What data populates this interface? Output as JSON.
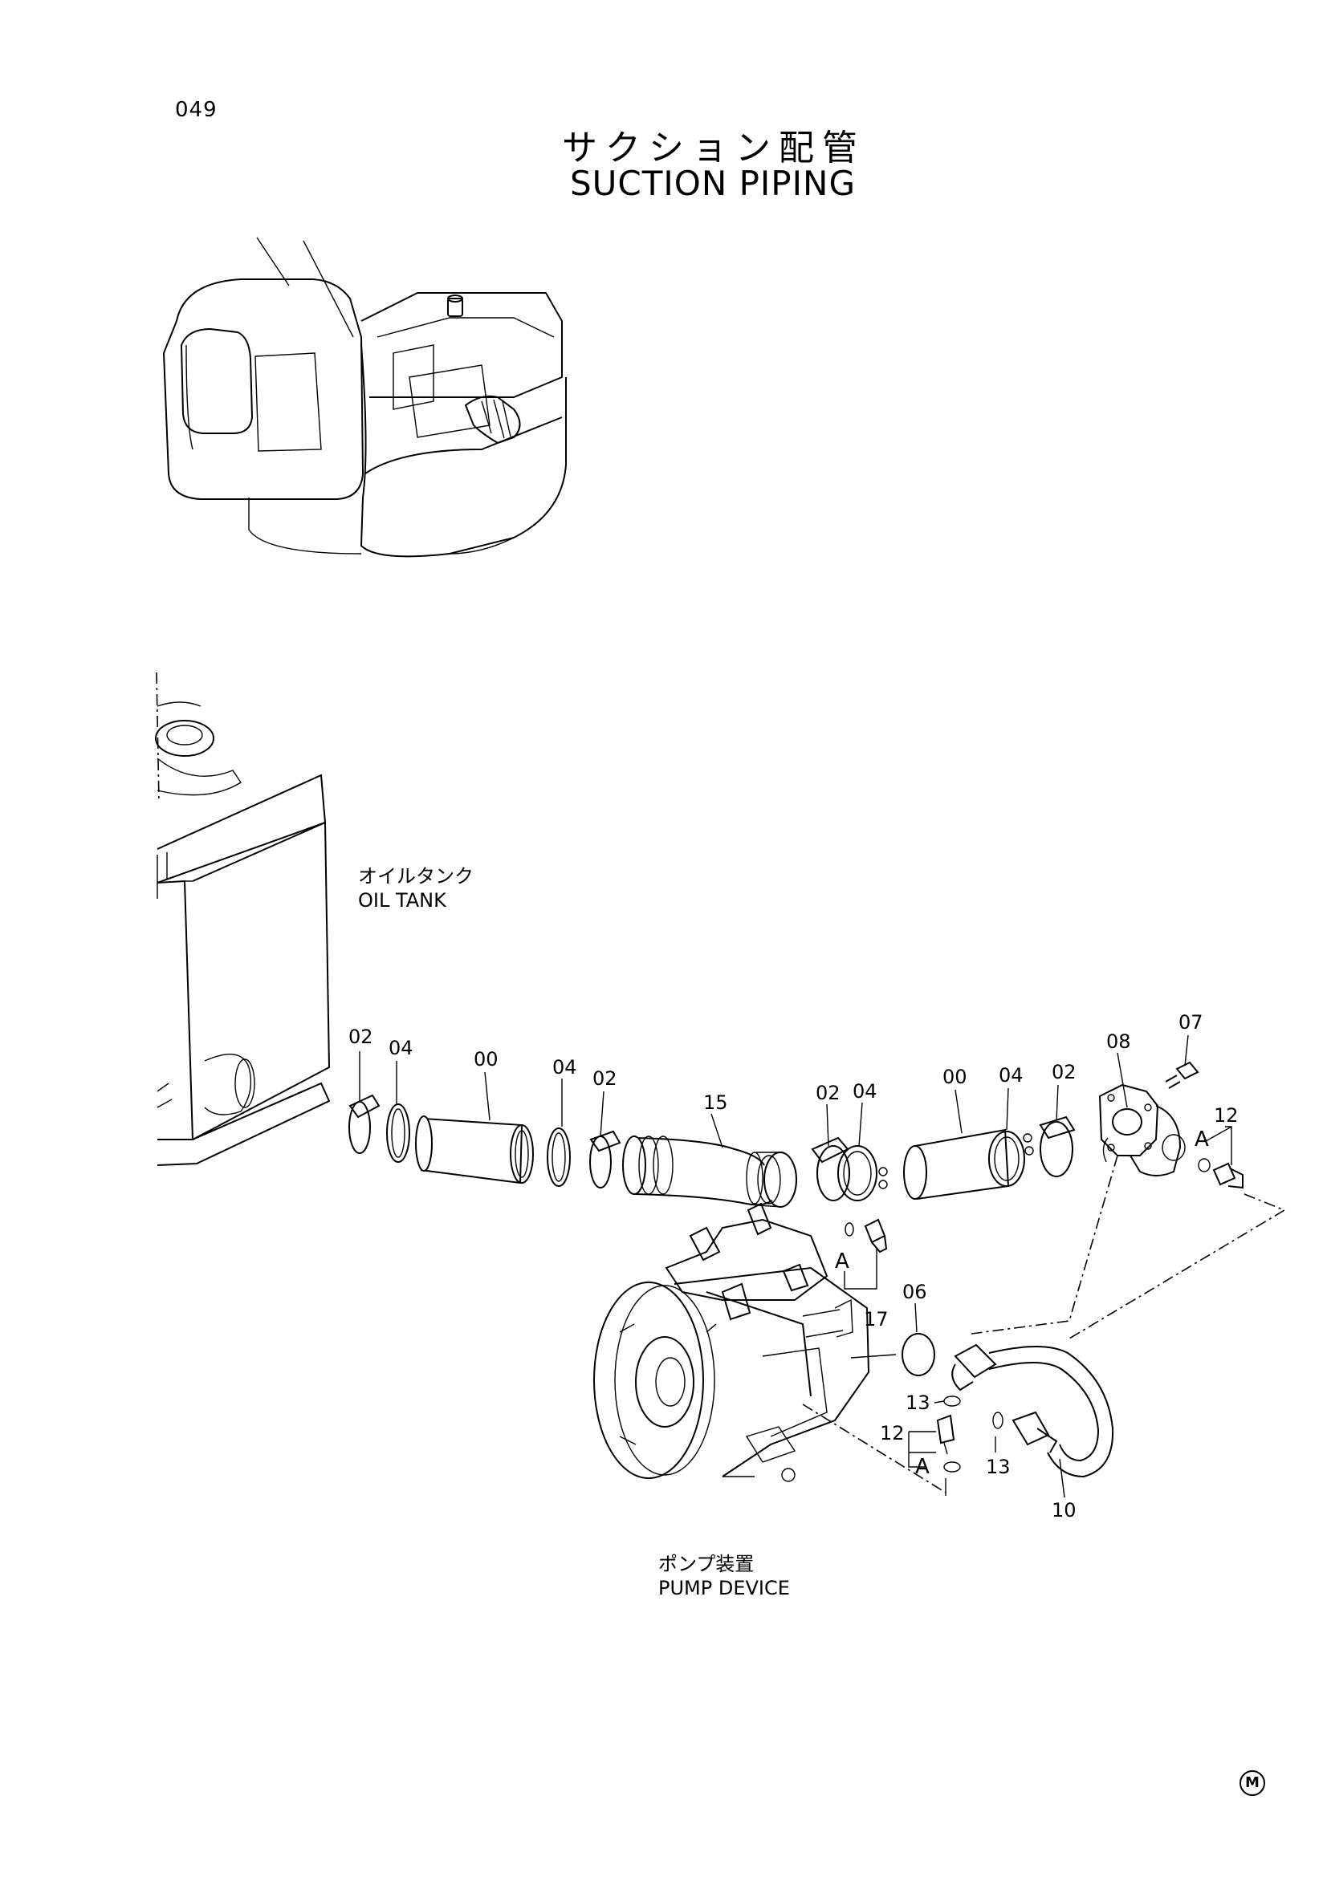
{
  "page": {
    "number": "049",
    "mark": "M"
  },
  "title": {
    "jp": "サクション配管",
    "en": "SUCTION PIPING"
  },
  "labels": {
    "oil_tank_jp": "オイルタンク",
    "oil_tank_en": "OIL TANK",
    "pump_device_jp": "ポンプ装置",
    "pump_device_en": "PUMP DEVICE"
  },
  "callouts": {
    "c02a": "02",
    "c04a": "04",
    "c00a": "00",
    "c04b": "04",
    "c02b": "02",
    "c15": "15",
    "c02c": "02",
    "c04c": "04",
    "c00b": "00",
    "c04d": "04",
    "c02d": "02",
    "c08": "08",
    "c07": "07",
    "c12a": "12",
    "cAa": "A",
    "cAb": "A",
    "c17": "17",
    "c06": "06",
    "c13a": "13",
    "c12b": "12",
    "cAc": "A",
    "c13b": "13",
    "c10": "10"
  }
}
